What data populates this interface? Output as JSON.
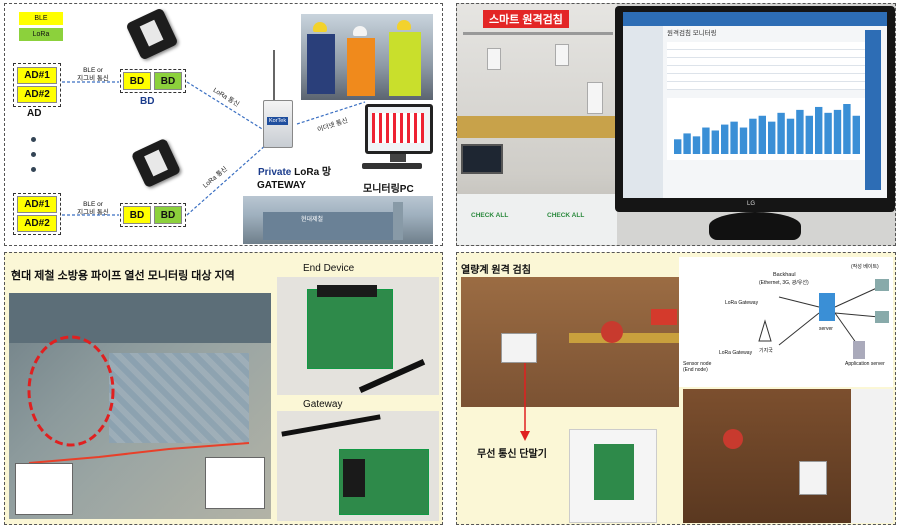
{
  "panel1": {
    "legend": [
      "BLE",
      "LoRa"
    ],
    "ad_labels": [
      "AD#1",
      "AD#2"
    ],
    "ad_caption": "AD",
    "bd_label": "BD",
    "bd_caption": "BD",
    "ble_link": [
      "BLE or",
      "지그비 통신"
    ],
    "lora_link": "LoRa 통신",
    "ethernet_link": "이더넷 통신",
    "gateway_brand": "KorTek",
    "gateway_line1_private": "Private",
    "gateway_line1_rest": " LoRa 망",
    "gateway_caption": "GATEWAY",
    "pc_caption": "모니터링PC",
    "plant_sign": "현대제철"
  },
  "panel2": {
    "sign": "스마트 원격검침",
    "checkall": "CHECK ALL",
    "monitor_brand": "LG",
    "monitor_title": "원격검침 모니터링"
  },
  "panel3": {
    "title": "현대 제철 소방용 파이프 열선 모니터링 대상 지역",
    "end_device": "End Device",
    "gateway": "Gateway"
  },
  "panel4": {
    "title": "열량계 원격 검침",
    "device_caption": "무선 통신 단말기",
    "net_backhaul": "Backhaul",
    "net_backhaul_sub": "(Ethernet, 3G, 광/유선)",
    "net_lora_gw1": "LoRa Gateway",
    "net_lora_gw2": "LoRa Gateway",
    "net_station": "기지국",
    "net_server": "server",
    "net_app_server": "Application server",
    "net_sensor": "Sensor node (End node)",
    "net_user": "(작성 베이트)"
  },
  "colors": {
    "ad_yellow": "#ffff00",
    "bd_green": "#8cd13c",
    "lora_green": "#8cd13c",
    "link_blue": "#3a6fc2",
    "red_ring": "#e02020"
  },
  "chart_data": {
    "type": "bar",
    "values": [
      5,
      7,
      6,
      9,
      8,
      10,
      11,
      9,
      12,
      13,
      11,
      14,
      12,
      15,
      13,
      16,
      14,
      15,
      17,
      13
    ]
  }
}
